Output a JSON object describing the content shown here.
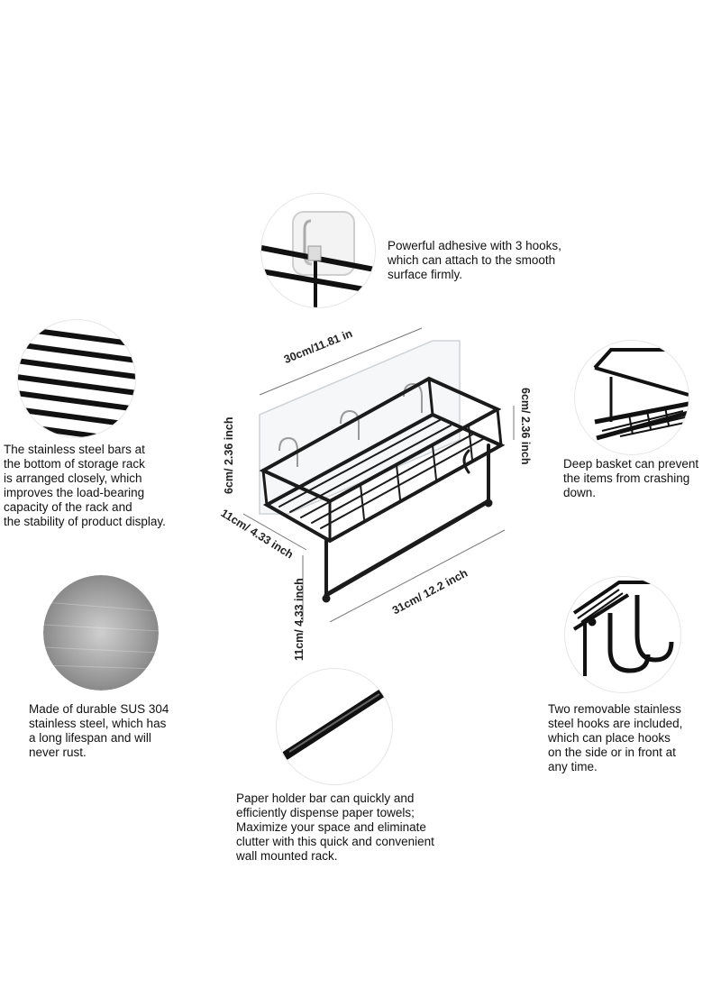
{
  "features": {
    "adhesive": "Powerful adhesive with 3 hooks,\nwhich can attach to the smooth\nsurface firmly.",
    "bars": "The stainless steel bars at\nthe bottom of storage rack\nis arranged closely, which\nimproves the load-bearing\ncapacity of the rack and\nthe stability of product display.",
    "basket": "Deep basket can prevent\nthe items from crashing\ndown.",
    "material": "Made of durable SUS 304\nstainless steel, which has\na long lifespan and will\nnever rust.",
    "hooks": "Two removable stainless\nsteel hooks are included,\nwhich can place hooks\non the side or in front at\nany time.",
    "paper_bar": "Paper holder bar can quickly and\nefficiently dispense paper towels;\nMaximize your space and eliminate\nclutter with this quick and convenient\nwall mounted rack."
  },
  "dimensions": {
    "top_width": "30cm/11.81 in",
    "left_height": "6cm/ 2.36 inch",
    "right_height": "6cm/ 2.36 inch",
    "depth": "11cm/ 4.33 inch",
    "bottom_width": "31cm/ 12.2 inch",
    "bar_height": "11cm/ 4.33 inch"
  },
  "colors": {
    "metal": "#1b1b1b",
    "background": "#ffffff"
  },
  "icons": [
    "adhesive-hook-detail",
    "steel-bars-detail",
    "deep-basket-detail",
    "stainless-texture-swatch",
    "removable-hooks-detail",
    "paper-bar-detail",
    "shower-caddy-product"
  ]
}
